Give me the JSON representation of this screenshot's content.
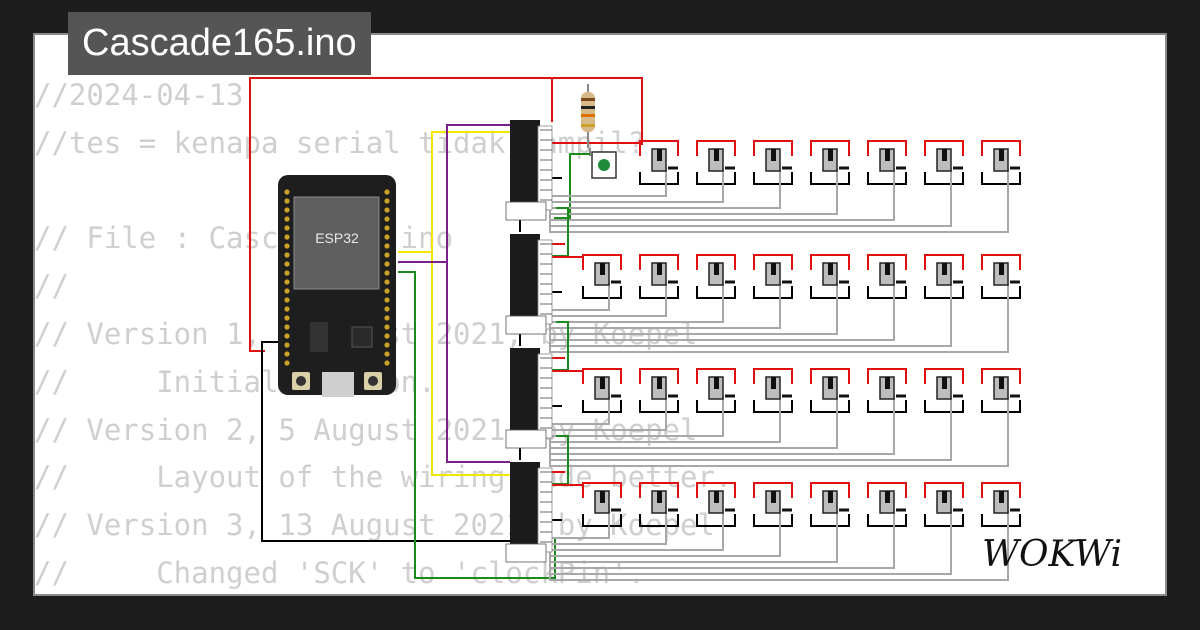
{
  "file_name": "Cascade165.ino",
  "code_lines": [
    "//2024-04-13",
    "//tes = kenapa serial tidak tampil?",
    "",
    "// File : Cascade165.ino",
    "//",
    "// Version 1, 5 August 2021, by Koepel",
    "//     Initial version.",
    "// Version 2, 5 August 2021, by Koepel",
    "//     Layout of the wiring made better.",
    "// Version 3, 13 August 2021, by Koepel",
    "//     Changed 'SCK' to 'clockPin'."
  ],
  "chip_label": "ESP32",
  "brand": "WOKWi",
  "colors": {
    "page_bg": "#1d1d1d",
    "panel_bg": "#ffffff",
    "title_tab_bg": "#555555",
    "code_text": "#cfcfcf",
    "wire_red": "#e01010",
    "wire_yellow": "#f5e600",
    "wire_purple": "#7b1f8a",
    "wire_green": "#1a8a1a",
    "wire_black": "#000000",
    "wire_gray": "#a8a8a8"
  }
}
